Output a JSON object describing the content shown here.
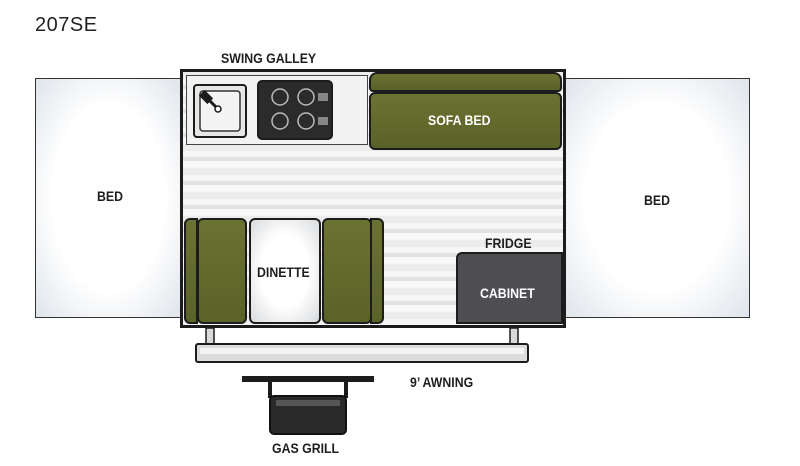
{
  "plan": {
    "model": "207SE",
    "labels": {
      "swing_galley": "SWING GALLEY",
      "sofa_bed": "SOFA BED",
      "bed_left": "BED",
      "bed_right": "BED",
      "dinette": "DINETTE",
      "fridge": "FRIDGE",
      "cabinet": "CABINET",
      "awning": "9’ AWNING",
      "gas_grill": "GAS GRILL"
    },
    "colors": {
      "seat_green": "#5f6629",
      "cabinet_gray": "#4d4d52",
      "outline": "#1c1c1c"
    }
  }
}
